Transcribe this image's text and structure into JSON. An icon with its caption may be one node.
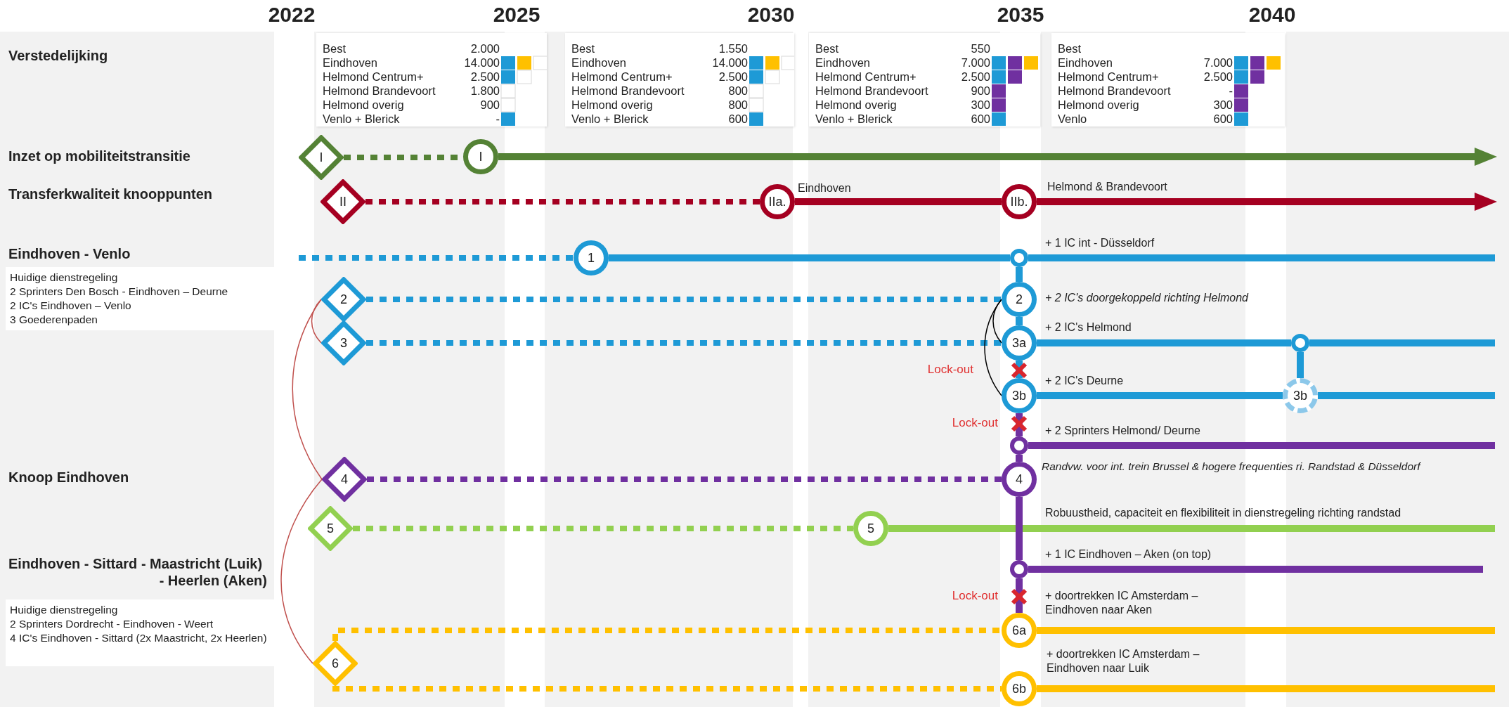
{
  "diagram": {
    "nodes": [
      {
        "text": [
          "Best",
          "2.000",
          "Eindhoven",
          "14.000",
          "Helmond Centrum+",
          "2.500",
          "Helmond Brandevoort",
          "1.800",
          "Helmond overig",
          "900",
          "Venlo + Blerick",
          "-"
        ]
      },
      {
        "text": [
          "Best",
          "1.550",
          "Eindhoven",
          "14.000",
          "Helmond Centrum+",
          "2.500",
          "Helmond Brandevoort",
          "800",
          "Helmond overig",
          "800",
          "Venlo + Blerick",
          "600"
        ]
      },
      {
        "text": [
          "Best",
          "550",
          "Eindhoven",
          "7.000",
          "Helmond Centrum+",
          "2.500",
          "Helmond Brandevoort",
          "900",
          "Helmond overig",
          "300",
          "Venlo + Blerick",
          "600"
        ]
      },
      {
        "text": [
          "Best",
          "Eindhoven",
          "7.000",
          "Helmond Centrum+",
          "2.500",
          "Helmond Brandevoort",
          "-",
          "Helmond overig",
          "300",
          "Venlo",
          "600"
        ]
      },
      {
        "text": [
          "I"
        ]
      },
      {
        "text": [
          "I"
        ]
      },
      {
        "text": [
          "II"
        ]
      },
      {
        "text": [
          "IIa."
        ],
        "beside": [
          "Eindhoven"
        ]
      },
      {
        "text": [
          "IIb."
        ],
        "beside": [
          "Helmond & Brandevoort"
        ]
      },
      {
        "text": [
          "Huidige dienstregeling",
          "2 Sprinters Den Bosch - Eindhoven – Deurne",
          "2 IC's Eindhoven – Venlo",
          "3 Goederenpaden"
        ],
        "beside": [
          "Eindhoven - Venlo"
        ]
      },
      {
        "text": [
          "1"
        ]
      },
      {
        "text": [],
        "shape": "circle",
        "beside": [
          "+ 1 IC int - Düsseldorf"
        ]
      },
      {
        "text": [
          "2"
        ]
      },
      {
        "text": [
          "2"
        ],
        "beside": [
          "+ 2 IC's doorgekoppeld richting Helmond"
        ]
      },
      {
        "text": [
          "3"
        ]
      },
      {
        "text": [
          "3a"
        ],
        "beside": [
          "+ 2 IC's Helmond"
        ]
      },
      {
        "text": [],
        "shape": "circle"
      },
      {
        "text": [
          "3b"
        ],
        "beside": [
          "+ 2 IC's Deurne"
        ]
      },
      {
        "text": [
          "3b"
        ]
      },
      {
        "text": [],
        "shape": "circle",
        "beside": [
          "+ 2 Sprinters Helmond/ Deurne"
        ]
      },
      {
        "text": [
          "4"
        ]
      },
      {
        "text": [
          "4"
        ],
        "beside": [
          "Randvw. voor int. trein Brussel & hogere frequenties ri. Randstad & Düsseldorf"
        ]
      },
      {
        "text": [
          "5"
        ]
      },
      {
        "text": [
          "5"
        ]
      },
      {
        "text": [],
        "shape": "circle",
        "beside": [
          "+ 1 IC Eindhoven – Aken (on top)"
        ]
      },
      {
        "text": [
          "Huidige dienstregeling",
          "2 Sprinters Dordrecht - Eindhoven - Weert",
          "4 IC's Eindhoven - Sittard (2x Maastricht, 2x Heerlen)"
        ],
        "beside": [
          "Eindhoven - Sittard - Maastricht (Luik) - Heerlen (Aken)"
        ]
      },
      {
        "text": [
          "6"
        ]
      },
      {
        "text": [
          "6a"
        ],
        "beside": [
          "+ doortrekken IC Amsterdam – Eindhoven naar Aken"
        ]
      },
      {
        "text": [
          "6b"
        ],
        "beside": [
          "+ doortrekken IC Amsterdam – Eindhoven naar Luik"
        ]
      }
    ],
    "edges": [
      {
        "from": 4,
        "to": 5,
        "arrow": "none",
        "style": "dashed",
        "color": "#548235"
      },
      {
        "from": 5,
        "to": null,
        "arrow": "to",
        "color": "#548235"
      },
      {
        "from": 6,
        "to": 7,
        "arrow": "none",
        "style": "dashed",
        "color": "#a50021"
      },
      {
        "from": 7,
        "to": 8,
        "arrow": "none",
        "color": "#a50021"
      },
      {
        "from": 8,
        "to": null,
        "arrow": "to",
        "color": "#a50021"
      },
      {
        "from": null,
        "to": 10,
        "arrow": "none",
        "style": "dashed",
        "color": "#1e9ad6"
      },
      {
        "from": 10,
        "to": 11,
        "arrow": "none",
        "color": "#1e9ad6"
      },
      {
        "from": 11,
        "to": null,
        "arrow": "none",
        "color": "#1e9ad6"
      },
      {
        "from": 12,
        "to": 13,
        "arrow": "none",
        "style": "dashed",
        "color": "#1e9ad6"
      },
      {
        "from": 14,
        "to": 15,
        "arrow": "none",
        "style": "dashed",
        "color": "#1e9ad6"
      },
      {
        "from": 15,
        "to": 16,
        "arrow": "none",
        "color": "#1e9ad6"
      },
      {
        "from": 16,
        "to": null,
        "arrow": "none",
        "color": "#1e9ad6"
      },
      {
        "from": 16,
        "to": 18,
        "arrow": "none",
        "color": "#1e9ad6"
      },
      {
        "from": 17,
        "to": 18,
        "arrow": "none",
        "color": "#1e9ad6"
      },
      {
        "from": 18,
        "to": null,
        "arrow": "none",
        "color": "#1e9ad6"
      },
      {
        "from": 19,
        "to": null,
        "arrow": "none",
        "color": "#7030a0"
      },
      {
        "from": 20,
        "to": 21,
        "arrow": "none",
        "style": "dashed",
        "color": "#7030a0"
      },
      {
        "from": 22,
        "to": 23,
        "arrow": "none",
        "style": "dashed",
        "color": "#92d050"
      },
      {
        "from": 23,
        "to": null,
        "arrow": "none",
        "color": "#92d050"
      },
      {
        "from": 24,
        "to": null,
        "arrow": "none",
        "color": "#7030a0"
      },
      {
        "from": 26,
        "to": 27,
        "arrow": "none",
        "style": "dashed",
        "color": "#ffc000"
      },
      {
        "from": 26,
        "to": 28,
        "arrow": "none",
        "style": "dashed",
        "color": "#ffc000"
      },
      {
        "from": 27,
        "to": null,
        "arrow": "none",
        "color": "#ffc000"
      },
      {
        "from": 28,
        "to": null,
        "arrow": "none",
        "color": "#ffc000"
      },
      {
        "from": 11,
        "to": 13,
        "arrow": "none",
        "color": "#1e9ad6"
      },
      {
        "from": 13,
        "to": 15,
        "arrow": "none",
        "color": "#1e9ad6"
      },
      {
        "from": 15,
        "to": 17,
        "arrow": "none",
        "color": "#1e9ad6"
      },
      {
        "from": 17,
        "to": 19,
        "arrow": "none",
        "color": "#7030a0"
      },
      {
        "from": 19,
        "to": 21,
        "arrow": "none",
        "color": "#7030a0"
      },
      {
        "from": 21,
        "to": 24,
        "arrow": "none",
        "color": "#7030a0"
      },
      {
        "from": 24,
        "to": 27,
        "arrow": "none",
        "color": "#7030a0"
      },
      {
        "from": 12,
        "to": 14,
        "arrow": "none",
        "color": "#c0504d"
      },
      {
        "from": 12,
        "to": 20,
        "arrow": "none",
        "color": "#c0504d"
      },
      {
        "from": 20,
        "to": 26,
        "arrow": "none",
        "color": "#c0504d"
      },
      {
        "from": 13,
        "to": 15,
        "arrow": "none",
        "color": "#000000"
      },
      {
        "from": 13,
        "to": 17,
        "arrow": "none",
        "color": "#000000"
      }
    ],
    "labels": [
      "2022",
      "2025",
      "2030",
      "2035",
      "2040",
      "Verstedelijking",
      "Inzet op mobiliteitstransitie",
      "Transferkwaliteit knooppunten",
      "Lock-out",
      "Lock-out",
      "Knoop Eindhoven",
      "Robuustheid, capaciteit en flexibiliteit in dienstregeling richting randstad",
      "Lock-out"
    ]
  }
}
